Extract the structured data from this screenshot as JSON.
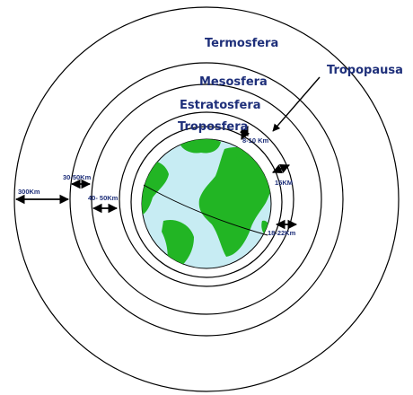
{
  "layers": {
    "termosfera": "Termosfera",
    "mesosfera": "Mesosfera",
    "estratosfera": "Estratosfera",
    "troposfera": "Troposfera",
    "tropopausa": "Tropopausa"
  },
  "thicknesses": {
    "termosfera": "300Km",
    "mesosfera": "30-50Km",
    "estratosfera": "40- 50Km",
    "troposfera_poles": "8-10 Km",
    "troposfera_mid": "15KM",
    "troposfera_equator": "18-22Km"
  },
  "colors": {
    "label_text": "#1e2f7a",
    "ocean": "#c7ecf3",
    "land": "#22b524",
    "circles": "#000000"
  }
}
